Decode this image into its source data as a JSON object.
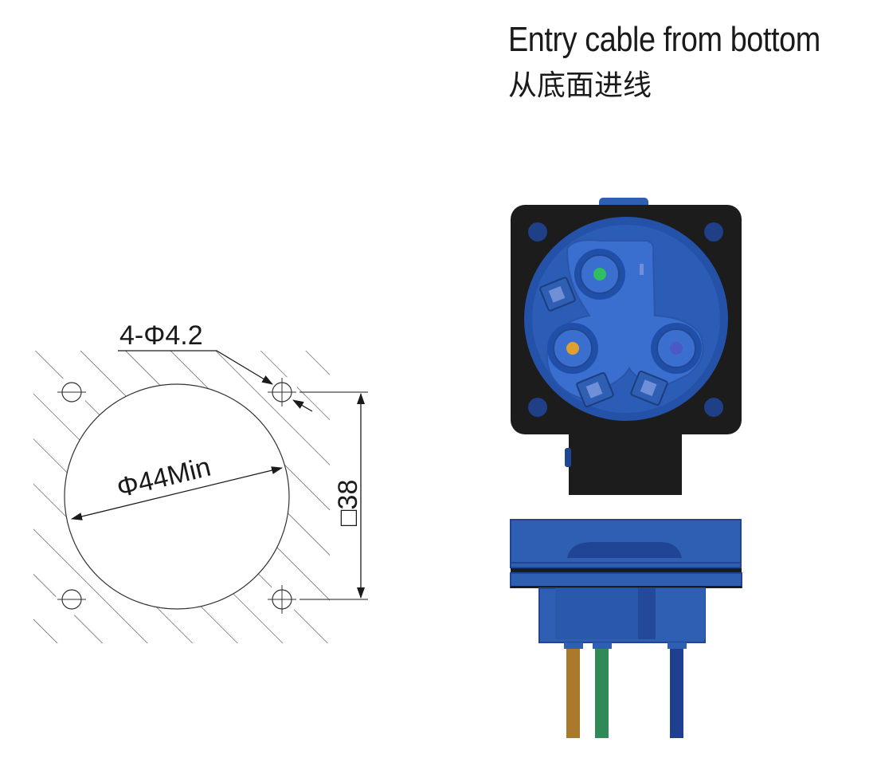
{
  "heading": {
    "english": "Entry cable from bottom",
    "chinese": "从底面进线"
  },
  "panel_cutout": {
    "hole_callout": "4-Φ4.2",
    "main_hole_callout": "Φ44Min",
    "square_callout": "□38"
  },
  "connector": {
    "colors": {
      "housing_blue": "#2f5fb3",
      "housing_dark_blue": "#1f4594",
      "gasket_black": "#1c1c1c",
      "wire_brown": "#a97a2c",
      "wire_green": "#2f8a55",
      "wire_blue": "#1f3f8f",
      "pin_green": "#2fbf5f",
      "pin_orange": "#e0a030",
      "pin_blue": "#4a58c8"
    }
  }
}
